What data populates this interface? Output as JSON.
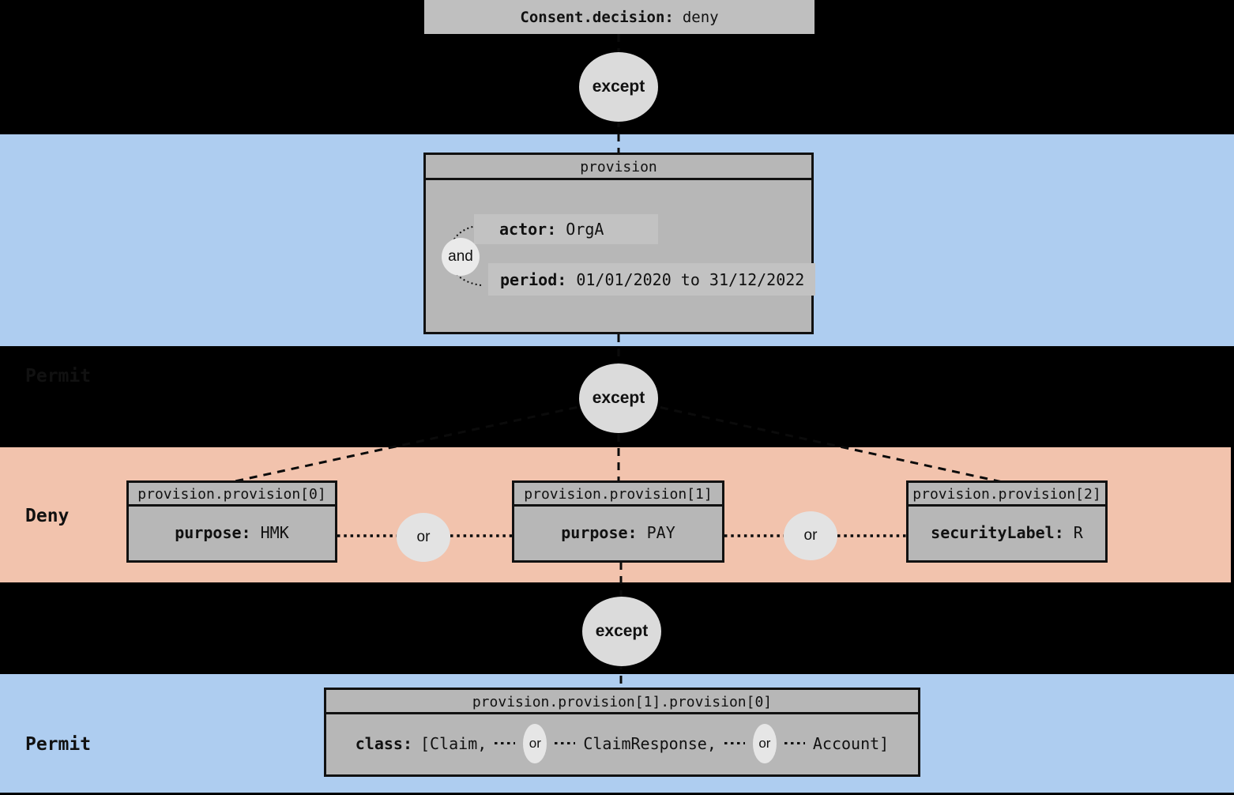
{
  "colors": {
    "background": "#000000",
    "permit_band": "#aecdf0",
    "deny_band": "#f2c3ad",
    "node_fill": "#b7b7b7",
    "row_highlight": "#c2c2c2",
    "root_fill": "#bfbfbf",
    "except_fill": "#dbdbdb",
    "connector_fill": "#e3e3e3",
    "border": "#111111"
  },
  "diagram": {
    "root": {
      "key": "Consent.decision:",
      "value": "deny"
    },
    "except_label": "except",
    "and_label": "and",
    "or_label": "or",
    "permit_top": {
      "band_label": "Permit",
      "node": {
        "header": "provision",
        "rows": [
          {
            "key": "actor:",
            "value": "OrgA"
          },
          {
            "key": "period:",
            "value": "01/01/2020 to 31/12/2022"
          }
        ]
      }
    },
    "deny": {
      "band_label": "Deny",
      "nodes": [
        {
          "header": "provision.provision[0]",
          "key": "purpose:",
          "value": "HMK"
        },
        {
          "header": "provision.provision[1]",
          "key": "purpose:",
          "value": "PAY"
        },
        {
          "header": "provision.provision[2]",
          "key": "securityLabel:",
          "value": "R"
        }
      ]
    },
    "permit_bottom": {
      "band_label": "Permit",
      "node": {
        "header": "provision.provision[1].provision[0]",
        "key": "class:",
        "items": [
          "[Claim,",
          "ClaimResponse,",
          "Account]"
        ]
      }
    }
  }
}
